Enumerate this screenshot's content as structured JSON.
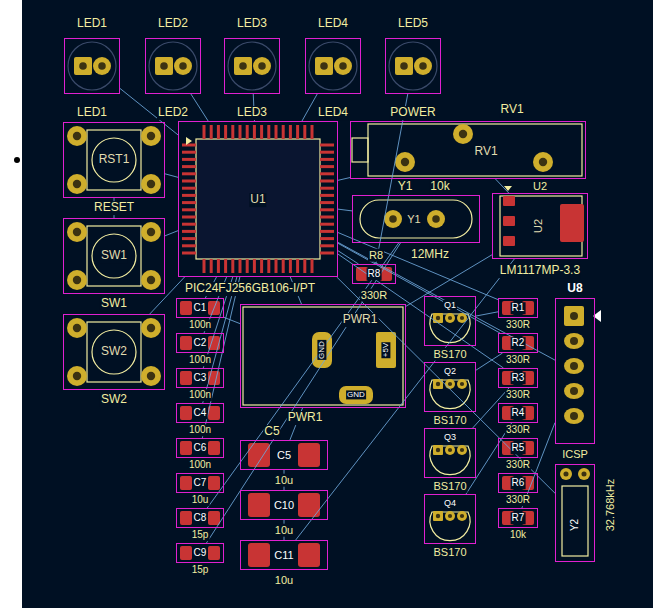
{
  "diagram": {
    "nodes": [
      {
        "text": [
          "LED1",
          "LED1"
        ]
      },
      {
        "text": [
          "LED2",
          "LED2"
        ]
      },
      {
        "text": [
          "LED3",
          "LED3"
        ]
      },
      {
        "text": [
          "LED4",
          "LED4"
        ]
      },
      {
        "text": [
          "LED5",
          "POWER"
        ]
      },
      {
        "text": [
          "RST1",
          "RESET"
        ]
      },
      {
        "text": [
          "SW1",
          "SW1"
        ]
      },
      {
        "text": [
          "SW2",
          "SW2"
        ]
      },
      {
        "text": [
          "U1",
          "PIC24FJ256GB106-I/PT"
        ]
      },
      {
        "text": [
          "RV1",
          "RV1",
          "10k"
        ]
      },
      {
        "text": [
          "Y1",
          "Y1",
          "12MHz"
        ]
      },
      {
        "text": [
          "U2",
          "U2",
          "LM1117MP-3.3"
        ]
      },
      {
        "text": [
          "R8",
          "R8",
          "330R"
        ]
      },
      {
        "text": [
          "C1",
          "100n"
        ]
      },
      {
        "text": [
          "C2",
          "100n"
        ]
      },
      {
        "text": [
          "C3",
          "100n"
        ]
      },
      {
        "text": [
          "C4",
          "100n"
        ]
      },
      {
        "text": [
          "C6",
          "100n"
        ]
      },
      {
        "text": [
          "C7",
          "10u"
        ]
      },
      {
        "text": [
          "C8",
          "15p"
        ]
      },
      {
        "text": [
          "C9",
          "15p"
        ]
      },
      {
        "text": [
          "PWR1",
          "PWR1",
          "GND",
          "+5V",
          "GND"
        ]
      },
      {
        "text": [
          "C5",
          "C5",
          "10u"
        ]
      },
      {
        "text": [
          "C10",
          "10u"
        ]
      },
      {
        "text": [
          "C11",
          "10u"
        ]
      },
      {
        "text": [
          "Q1",
          "BS170"
        ]
      },
      {
        "text": [
          "Q2",
          "BS170"
        ]
      },
      {
        "text": [
          "Q3",
          "BS170"
        ]
      },
      {
        "text": [
          "Q4",
          "BS170"
        ]
      },
      {
        "text": [
          "R1",
          "330R"
        ]
      },
      {
        "text": [
          "R2",
          "330R"
        ]
      },
      {
        "text": [
          "R3",
          "330R"
        ]
      },
      {
        "text": [
          "R4",
          "330R"
        ]
      },
      {
        "text": [
          "R5",
          "330R"
        ]
      },
      {
        "text": [
          "R6",
          "330R"
        ]
      },
      {
        "text": [
          "R7",
          "10k"
        ]
      },
      {
        "text": [
          "U8",
          "ICSP"
        ]
      },
      {
        "text": [
          "Y2",
          "32.768kHz"
        ]
      }
    ],
    "edges": [
      {
        "from": 8,
        "to": 0,
        "arrow": "none"
      },
      {
        "from": 8,
        "to": 1,
        "arrow": "none"
      },
      {
        "from": 8,
        "to": 2,
        "arrow": "none"
      },
      {
        "from": 8,
        "to": 3,
        "arrow": "none"
      },
      {
        "from": 8,
        "to": 5,
        "arrow": "none"
      },
      {
        "from": 8,
        "to": 6,
        "arrow": "none"
      },
      {
        "from": 8,
        "to": 7,
        "arrow": "none"
      },
      {
        "from": 8,
        "to": 9,
        "arrow": "none"
      },
      {
        "from": 8,
        "to": 10,
        "arrow": "none"
      },
      {
        "from": 8,
        "to": 12,
        "arrow": "none"
      },
      {
        "from": 8,
        "to": 13,
        "arrow": "none"
      },
      {
        "from": 8,
        "to": 14,
        "arrow": "none"
      },
      {
        "from": 8,
        "to": 15,
        "arrow": "none"
      },
      {
        "from": 8,
        "to": 16,
        "arrow": "none"
      },
      {
        "from": 8,
        "to": 17,
        "arrow": "none"
      },
      {
        "from": 8,
        "to": 21,
        "arrow": "none"
      },
      {
        "from": 8,
        "to": 29,
        "arrow": "none"
      },
      {
        "from": 8,
        "to": 30,
        "arrow": "none"
      },
      {
        "from": 8,
        "to": 31,
        "arrow": "none"
      },
      {
        "from": 8,
        "to": 36,
        "arrow": "none"
      },
      {
        "from": 8,
        "to": 37,
        "arrow": "none"
      },
      {
        "from": 4,
        "to": 12,
        "arrow": "none"
      },
      {
        "from": 9,
        "to": 11,
        "arrow": "none"
      },
      {
        "from": 11,
        "to": 21,
        "arrow": "none"
      },
      {
        "from": 21,
        "to": 22,
        "arrow": "none"
      },
      {
        "from": 22,
        "to": 23,
        "arrow": "none"
      },
      {
        "from": 23,
        "to": 24,
        "arrow": "none"
      },
      {
        "from": 25,
        "to": 29,
        "arrow": "none"
      },
      {
        "from": 26,
        "to": 30,
        "arrow": "none"
      },
      {
        "from": 27,
        "to": 31,
        "arrow": "none"
      },
      {
        "from": 28,
        "to": 32,
        "arrow": "none"
      },
      {
        "from": 10,
        "to": 19,
        "arrow": "none"
      },
      {
        "from": 10,
        "to": 20,
        "arrow": "none"
      },
      {
        "from": 35,
        "to": 36,
        "arrow": "none"
      },
      {
        "from": 11,
        "to": 24,
        "arrow": "none"
      },
      {
        "from": 13,
        "to": 21,
        "arrow": "none"
      },
      {
        "from": 5,
        "to": 6,
        "arrow": "none"
      }
    ]
  }
}
